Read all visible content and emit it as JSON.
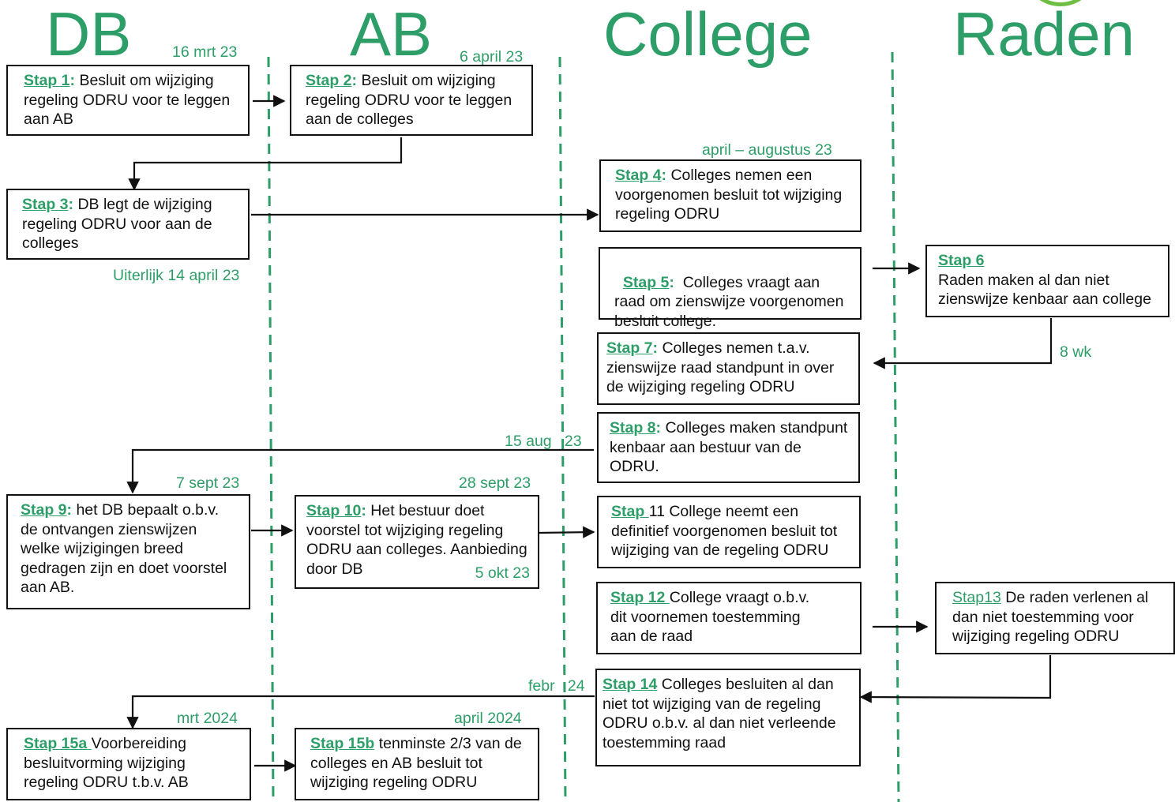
{
  "columns": {
    "db": "DB",
    "ab": "AB",
    "college": "College",
    "raden": "Raden"
  },
  "steps": {
    "s1": {
      "label": "Stap 1",
      "sep": ":",
      "text": " Besluit om wijziging regeling ODRU voor te leggen aan AB"
    },
    "s2": {
      "label": "Stap 2",
      "sep": ":",
      "text": " Besluit om wijziging regeling ODRU voor te leggen aan de colleges"
    },
    "s3": {
      "label": "Stap 3",
      "sep": ":",
      "text": " DB legt de wijziging regeling ODRU voor aan de colleges"
    },
    "s4": {
      "label": "Stap 4",
      "sep": ":",
      "text": " Colleges nemen een voorgenomen besluit tot wijziging regeling ODRU"
    },
    "s5": {
      "label": "Stap 5",
      "sep": ":",
      "text": "  Colleges vraagt aan raad om zienswijze voorgenomen besluit college."
    },
    "s6": {
      "label": "Stap 6",
      "sep": "",
      "text": "Raden maken al dan niet zienswijze kenbaar aan college"
    },
    "s7": {
      "label": "Stap 7",
      "sep": ":",
      "text": " Colleges nemen t.a.v. zienswijze raad standpunt in over de wijziging regeling ODRU"
    },
    "s8": {
      "label": "Stap 8",
      "sep": ":",
      "text": " Colleges maken standpunt kenbaar aan bestuur van de ODRU."
    },
    "s9": {
      "label": "Stap 9",
      "sep": ":",
      "text": " het DB bepaalt o.b.v. de ontvangen zienswijzen welke wijzigingen breed gedragen zijn en doet voorstel aan AB."
    },
    "s10": {
      "label": "Stap 10",
      "sep": ":",
      "text": " Het bestuur doet voorstel tot wijziging regeling ODRU aan colleges. Aanbieding door DB",
      "date": "5 okt 23"
    },
    "s11": {
      "label": "Stap ",
      "sep": "",
      "text": "11 College neemt een definitief voorgenomen besluit tot wijziging van de regeling ODRU"
    },
    "s12": {
      "label": "Stap 12 ",
      "sep": "",
      "text": "College vraagt o.b.v. dit voornemen toestemming aan de raad"
    },
    "s13": {
      "label": "Stap13",
      "sep": "",
      "text": " De raden verlenen al dan niet toestemming voor wijziging regeling ODRU"
    },
    "s14": {
      "label": "Stap 14",
      "sep": "",
      "text": " Colleges besluiten al dan niet tot wijziging van de regeling ODRU o.b.v. al dan niet verleende toestemming raad"
    },
    "s15a": {
      "label": "Stap 15a ",
      "sep": "",
      "text": "Voorbereiding besluitvorming wijziging regeling ODRU t.b.v. AB"
    },
    "s15b": {
      "label": "Stap 15b",
      "sep": "",
      "text": " tenminste 2/3 van de colleges en AB besluit tot wijziging regeling ODRU"
    }
  },
  "dates": {
    "d1": "16 mrt 23",
    "d2": "6 april 23",
    "d3": "april – augustus 23",
    "d4": "Uiterlijk 14 april 23",
    "d5": "8 wk",
    "d6": "15 aug   23",
    "d7": "7 sept 23",
    "d8": "28 sept 23",
    "d9": "febr   24",
    "d10": "mrt 2024",
    "d11": "april 2024"
  },
  "colors": {
    "accent": "#2e9e68",
    "border": "#111111",
    "logo": "#6fbe44"
  }
}
